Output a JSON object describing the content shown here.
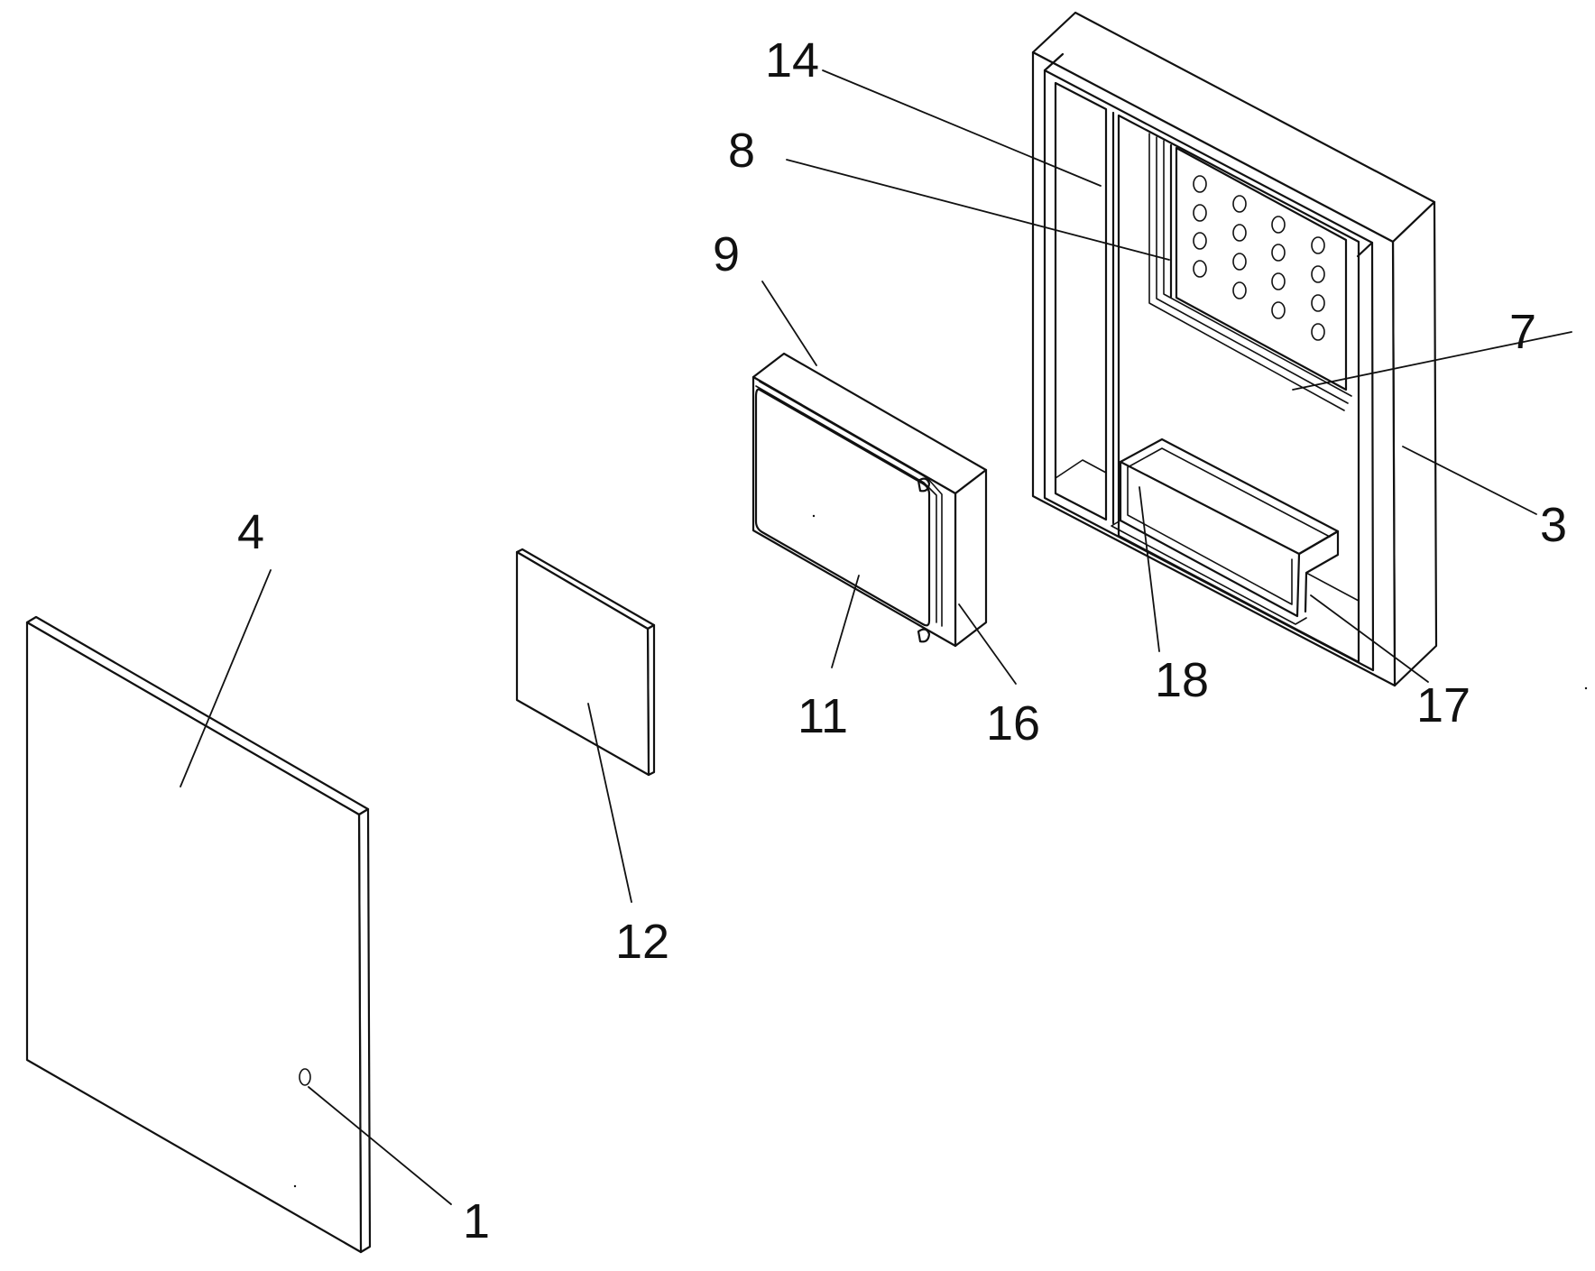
{
  "labels": {
    "l1": "1",
    "l3": "3",
    "l4": "4",
    "l7": "7",
    "l8": "8",
    "l9": "9",
    "l11": "11",
    "l12": "12",
    "l14": "14",
    "l16": "16",
    "l17": "17",
    "l18": "18"
  },
  "colors": {
    "line": "#111111",
    "background": "#ffffff"
  }
}
